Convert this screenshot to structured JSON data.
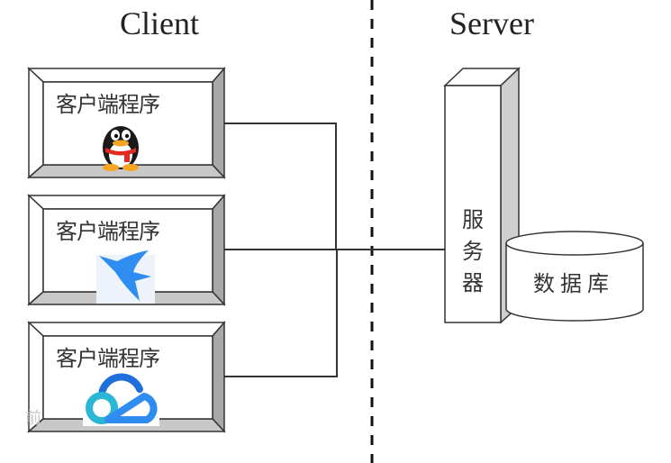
{
  "headings": {
    "client": "Client",
    "server": "Server"
  },
  "clients": [
    {
      "label": "客户端程序",
      "icon": "qq-penguin-icon"
    },
    {
      "label": "客户端程序",
      "icon": "hummingbird-app-icon"
    },
    {
      "label": "客户端程序",
      "icon": "cloud-app-icon"
    }
  ],
  "server": {
    "label_chars": [
      "服",
      "务",
      "器"
    ]
  },
  "database": {
    "label": "数据库"
  },
  "watermark": "前",
  "colors": {
    "line": "#333333",
    "bevel_light": "#ffffff",
    "bevel_dark": "#a8a8a8",
    "bevel_bottom": "#c8c8c8",
    "server_side": "#cfcfcf",
    "qq_scarf": "#e02b20",
    "qq_feet": "#f5a623",
    "bird_blue": "#2f8cf0",
    "cloud_dark_blue": "#1e6fd9",
    "cloud_teal": "#2bb6d6"
  }
}
